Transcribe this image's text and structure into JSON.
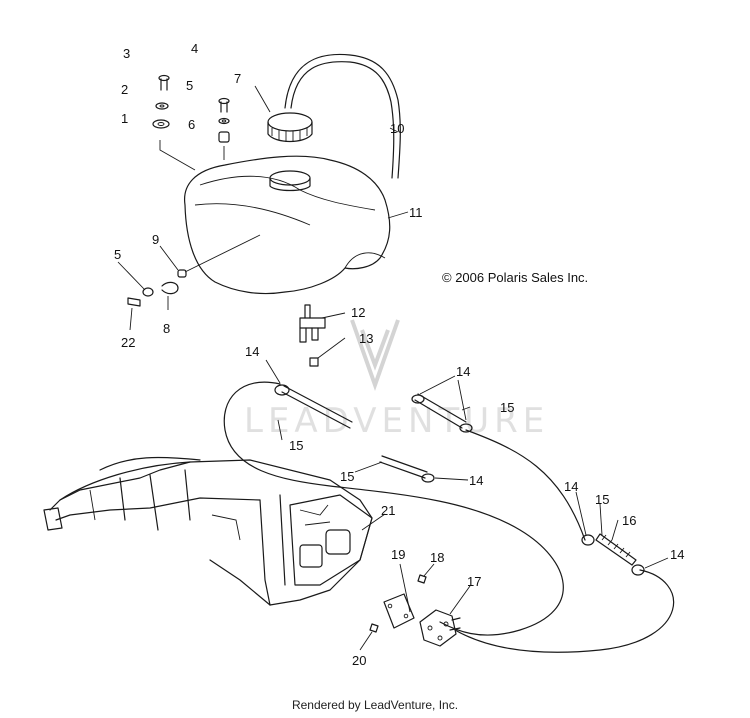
{
  "copyright": "© 2006 Polaris Sales Inc.",
  "watermark": "LEADVENTURE",
  "footer": "Rendered by LeadVenture, Inc.",
  "callouts": [
    "3",
    "2",
    "1",
    "4",
    "5",
    "6",
    "7",
    "10",
    "11",
    "9",
    "5",
    "8",
    "22",
    "12",
    "13",
    "14",
    "14",
    "15",
    "15",
    "15",
    "14",
    "14",
    "15",
    "16",
    "14",
    "21",
    "19",
    "18",
    "17",
    "20"
  ]
}
